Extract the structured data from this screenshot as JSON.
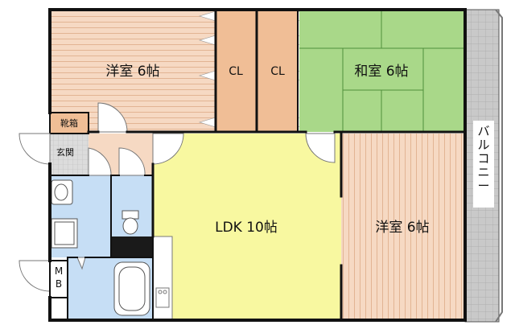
{
  "rooms": {
    "western_room_top": "洋室 6帖",
    "closet_left": "CL",
    "closet_right": "CL",
    "japanese_room": "和室 6帖",
    "ldk": "LDK 10帖",
    "western_room_right": "洋室 6帖",
    "shoe_cabinet": "靴箱",
    "entrance": "玄関",
    "meter_box": "MB",
    "balcony": "バルコニー"
  },
  "colors": {
    "wood_floor": "#f6d9c3",
    "wood_lines": "#e4b898",
    "closet": "#f0be96",
    "tatami": "#a9d889",
    "tatami_lines": "#4f8f3c",
    "ldk": "#f8f8a0",
    "water_area": "#c6def5",
    "balcony": "#c9c9c9",
    "wall": "#111111",
    "entrance_tile": "#d8d8d8"
  }
}
